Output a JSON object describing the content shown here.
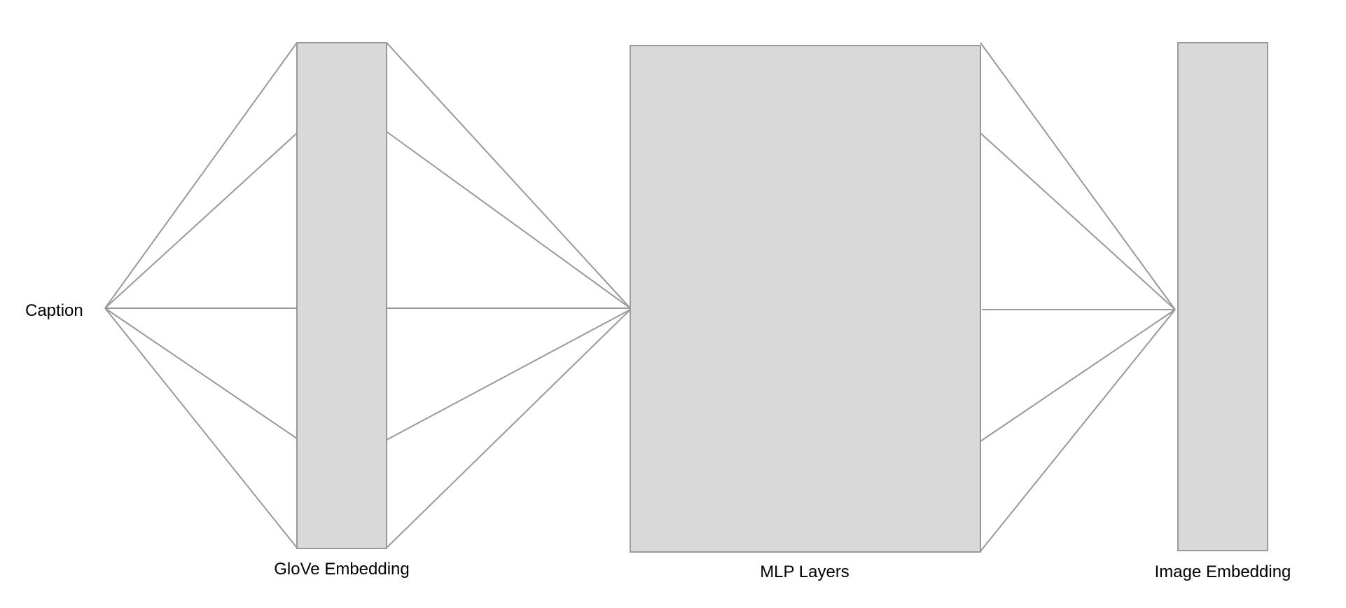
{
  "diagram": {
    "nodes": {
      "caption": {
        "label": "Caption"
      },
      "glove": {
        "label": "GloVe Embedding"
      },
      "mlp": {
        "label": "MLP Layers"
      },
      "image": {
        "label": "Image Embedding"
      }
    },
    "colors": {
      "box_fill": "#d9d9d9",
      "line": "#999999",
      "text": "#000000",
      "background": "#ffffff"
    }
  }
}
